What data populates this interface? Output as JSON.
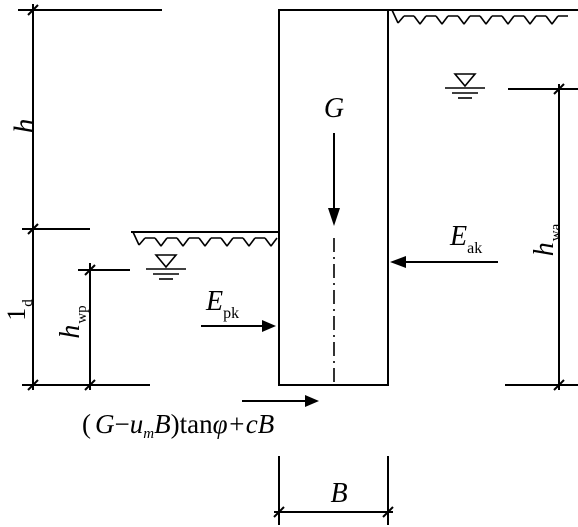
{
  "labels": {
    "h": "h",
    "ld_main": "1",
    "ld_sub": "d",
    "hwp_main": "h",
    "hwp_sub": "wp",
    "hwa_main": "h",
    "hwa_sub": "wa",
    "G": "G",
    "Eak_main": "E",
    "Eak_sub": "ak",
    "Epk_main": "E",
    "Epk_sub": "pk",
    "B": "B"
  },
  "formula": {
    "open_paren": "(",
    "G": "G",
    "minus": "−",
    "u": "u",
    "m": "m",
    "B": "B",
    "close_paren": ")",
    "tan": "tan",
    "phi": "φ",
    "plus_c": "+c",
    "B2": "B"
  },
  "colors": {
    "ink": "#000000",
    "background": "#ffffff"
  }
}
